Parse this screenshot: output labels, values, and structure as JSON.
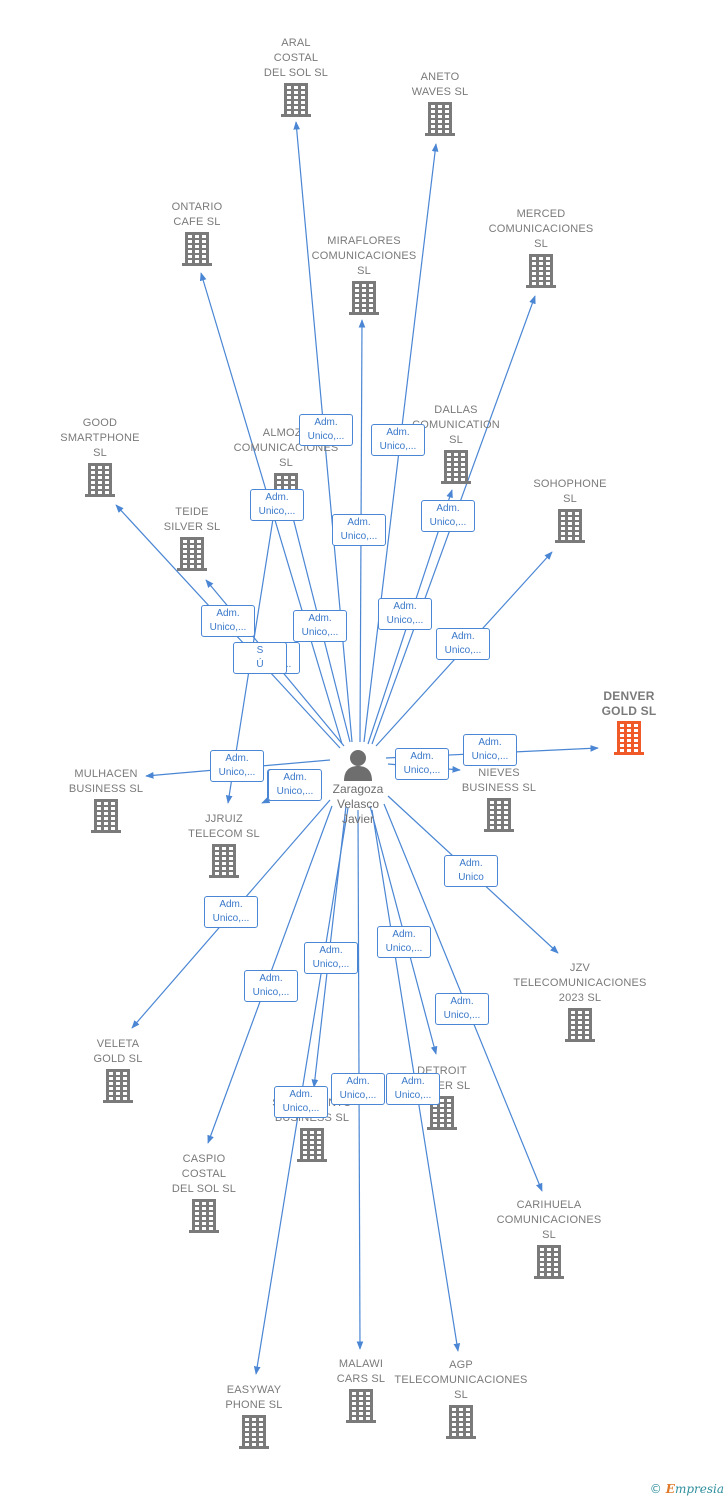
{
  "center": {
    "name": "Zaragoza\nVelasco\nJavier",
    "icon": "person-icon"
  },
  "colors": {
    "edge": "#4a86d4",
    "node": "#7a7a7a",
    "target": "#f05a28",
    "label_border": "#4a86d4"
  },
  "nodes": [
    {
      "id": "aral",
      "label": "ARAL\nCOSTAL\nDEL SOL  SL",
      "edge_label": "Adm.\nUnico,..."
    },
    {
      "id": "aneto",
      "label": "ANETO\nWAVES  SL",
      "edge_label": "Adm.\nUnico,..."
    },
    {
      "id": "ontario",
      "label": "ONTARIO\nCAFE  SL",
      "edge_label": "Adm.\nUnico,..."
    },
    {
      "id": "miraflores",
      "label": "MIRAFLORES\nCOMUNICACIONES\nSL",
      "edge_label": "Adm.\nUnico,..."
    },
    {
      "id": "merced",
      "label": "MERCED\nCOMUNICACIONES\nSL",
      "edge_label": "Adm.\nUnico,..."
    },
    {
      "id": "dallas",
      "label": "DALLAS\nCOMUNICATION\nSL",
      "edge_label": "Adm.\nUnico,..."
    },
    {
      "id": "almoza",
      "label": "ALMOZA\nCOMUNICACIONES\nSL",
      "edge_label": "Adm.\nUnico,..."
    },
    {
      "id": "good",
      "label": "GOOD\nSMARTPHONE\nSL",
      "edge_label": "Adm.\nUnico,..."
    },
    {
      "id": "teide",
      "label": "TEIDE\nSILVER  SL",
      "edge_label": "Adm.\nUnico,..."
    },
    {
      "id": "sohophone",
      "label": "SOHOPHONE\nSL",
      "edge_label": "Adm.\nUnico,..."
    },
    {
      "id": "denver",
      "label": "DENVER\nGOLD  SL",
      "edge_label": "Adm.\nUnico,...",
      "highlight": true
    },
    {
      "id": "mulhacen",
      "label": "MULHACEN\nBUSINESS  SL",
      "edge_label": "Adm.\nUnico,..."
    },
    {
      "id": "jjruiz",
      "label": "JJRUIZ\nTELECOM  SL",
      "edge_label": "Adm.\nUnico"
    },
    {
      "id": "nieves",
      "label": "NIEVES\nBUSINESS  SL",
      "edge_label": "Adm.\nUnico,..."
    },
    {
      "id": "jzv",
      "label": "JZV\nTELECOMUNICACIONES\n2023  SL",
      "edge_label": "Adm.\nUnico"
    },
    {
      "id": "veleta",
      "label": "VELETA\nGOLD  SL",
      "edge_label": "Adm.\nUnico,..."
    },
    {
      "id": "caspio",
      "label": "CASPIO\nCOSTAL\nDEL SOL  SL",
      "edge_label": "Adm.\nUnico,..."
    },
    {
      "id": "sacramento",
      "label": "SACRAMENTO\nBUSINESS  SL",
      "edge_label": "Adm.\nUnico,..."
    },
    {
      "id": "detroit",
      "label": "DETROIT\nSILVER  SL",
      "edge_label": "Adm.\nUnico,..."
    },
    {
      "id": "carihuela",
      "label": "CARIHUELA\nCOMUNICACIONES\nSL",
      "edge_label": "Adm.\nUnico,..."
    },
    {
      "id": "easyway",
      "label": "EASYWAY\nPHONE  SL",
      "edge_label": "Adm.\nUnico,..."
    },
    {
      "id": "malawi",
      "label": "MALAWI\nCARS  SL",
      "edge_label": "Adm.\nUnico,..."
    },
    {
      "id": "agp",
      "label": "AGP\nTELECOMUNICACIONES\nSL",
      "edge_label": "Adm.\nUnico,..."
    },
    {
      "id": "hidden1",
      "label": "",
      "edge_label": "Adm.\nUnico,..."
    },
    {
      "id": "hidden2",
      "label": "",
      "edge_label": "S\nÚ"
    }
  ],
  "footer": {
    "copyright": "©",
    "brand_first": "E",
    "brand_rest": "mpresia"
  }
}
